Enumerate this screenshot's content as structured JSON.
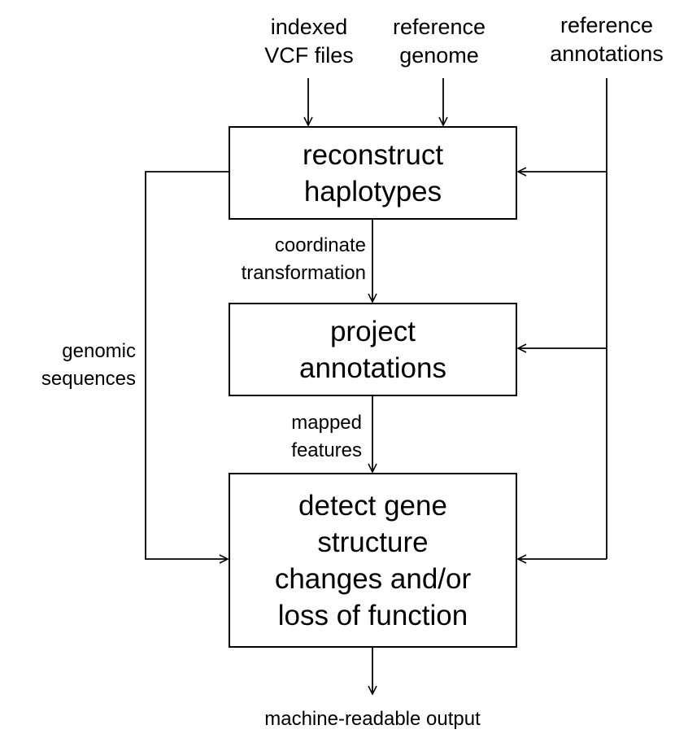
{
  "inputs": {
    "vcf": [
      "indexed",
      "VCF files"
    ],
    "genome": [
      "reference",
      "genome"
    ],
    "annotations": [
      "reference",
      "annotations"
    ]
  },
  "boxes": {
    "reconstruct": [
      "reconstruct",
      "haplotypes"
    ],
    "project": [
      "project",
      "annotations"
    ],
    "detect": [
      "detect gene",
      "structure",
      "changes and/or",
      "loss of function"
    ]
  },
  "edge_labels": {
    "coordinate": [
      "coordinate",
      "transformation"
    ],
    "mapped": [
      "mapped",
      "features"
    ],
    "genomic": [
      "genomic",
      "sequences"
    ]
  },
  "output": "machine-readable output"
}
